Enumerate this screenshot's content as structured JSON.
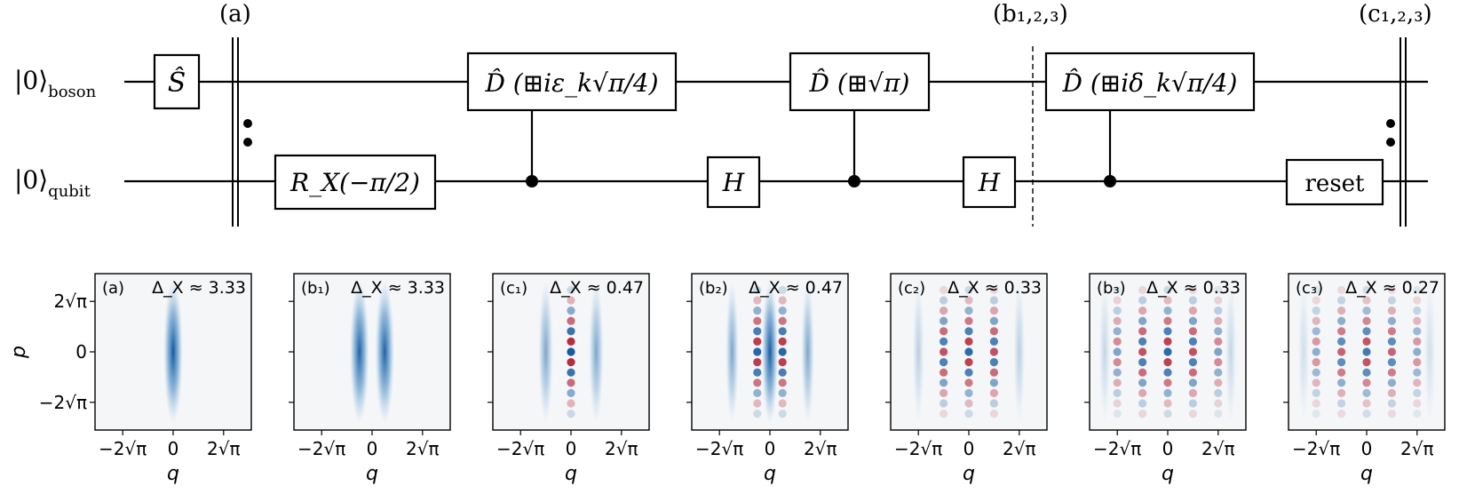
{
  "circuit": {
    "wires": [
      {
        "label": "|0⟩",
        "sub": "boson"
      },
      {
        "label": "|0⟩",
        "sub": "qubit"
      }
    ],
    "stage_labels": [
      "(a)",
      "(b₁,₂,₃)",
      "(c₁,₂,₃)"
    ],
    "gates": {
      "squeeze": "Ŝ",
      "rx": "R_X(−π/2)",
      "d1": "D̂ (⊞iε_k√π/4)",
      "d2": "D̂ (⊞√π)",
      "d3": "D̂ (⊞iδ_k√π/4)",
      "h1": "H",
      "h2": "H",
      "reset": "reset"
    }
  },
  "chart_data": [
    {
      "type": "heatmap",
      "panel": "(a)",
      "annotation": "Δ_X ≈ 3.33",
      "pattern": "single",
      "xlabel": "q",
      "ylabel": "p",
      "xticks": [
        "−2√π",
        "0",
        "2√π"
      ],
      "yticks": [
        "2√π",
        "0",
        "−2√π"
      ],
      "cmap": "RdBu"
    },
    {
      "type": "heatmap",
      "panel": "(b₁)",
      "annotation": "Δ_X ≈ 3.33",
      "pattern": "double",
      "xlabel": "q",
      "xticks": [
        "−2√π",
        "0",
        "2√π"
      ],
      "cmap": "RdBu"
    },
    {
      "type": "heatmap",
      "panel": "(c₁)",
      "annotation": "Δ_X ≈ 0.47",
      "pattern": "lattice3",
      "xlabel": "q",
      "xticks": [
        "−2√π",
        "0",
        "2√π"
      ],
      "cmap": "RdBu"
    },
    {
      "type": "heatmap",
      "panel": "(b₂)",
      "annotation": "Δ_X ≈ 0.47",
      "pattern": "lattice5",
      "xlabel": "q",
      "xticks": [
        "−2√π",
        "0",
        "2√π"
      ],
      "cmap": "RdBu"
    },
    {
      "type": "heatmap",
      "panel": "(c₂)",
      "annotation": "Δ_X ≈ 0.33",
      "pattern": "lattice5b",
      "xlabel": "q",
      "xticks": [
        "−2√π",
        "0",
        "2√π"
      ],
      "cmap": "RdBu"
    },
    {
      "type": "heatmap",
      "panel": "(b₃)",
      "annotation": "Δ_X ≈ 0.33",
      "pattern": "lattice7",
      "xlabel": "q",
      "xticks": [
        "−2√π",
        "0",
        "2√π"
      ],
      "cmap": "RdBu"
    },
    {
      "type": "heatmap",
      "panel": "(c₃)",
      "annotation": "Δ_X ≈ 0.27",
      "pattern": "lattice7b",
      "xlabel": "q",
      "xticks": [
        "−2√π",
        "0",
        "2√π"
      ],
      "cmap": "RdBu"
    }
  ]
}
